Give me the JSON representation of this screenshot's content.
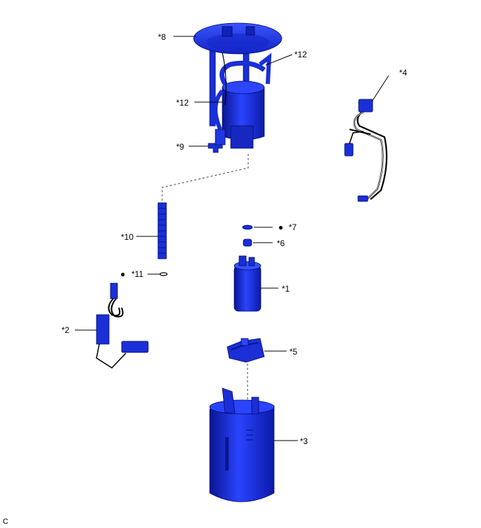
{
  "callouts": {
    "c1": "*1",
    "c2": "*2",
    "c3": "*3",
    "c4": "*4",
    "c5": "*5",
    "c6": "*6",
    "c7": "*7",
    "c8": "*8",
    "c9": "*9",
    "c10": "*10",
    "c11": "*11",
    "c12a": "*12",
    "c12b": "*12"
  },
  "markers": {
    "bullet": "●"
  },
  "corner_code": "C",
  "colors": {
    "part_main": "#1a2fd6",
    "part_dark": "#0a1590",
    "part_light": "#4d66ff",
    "leader": "#000000"
  }
}
